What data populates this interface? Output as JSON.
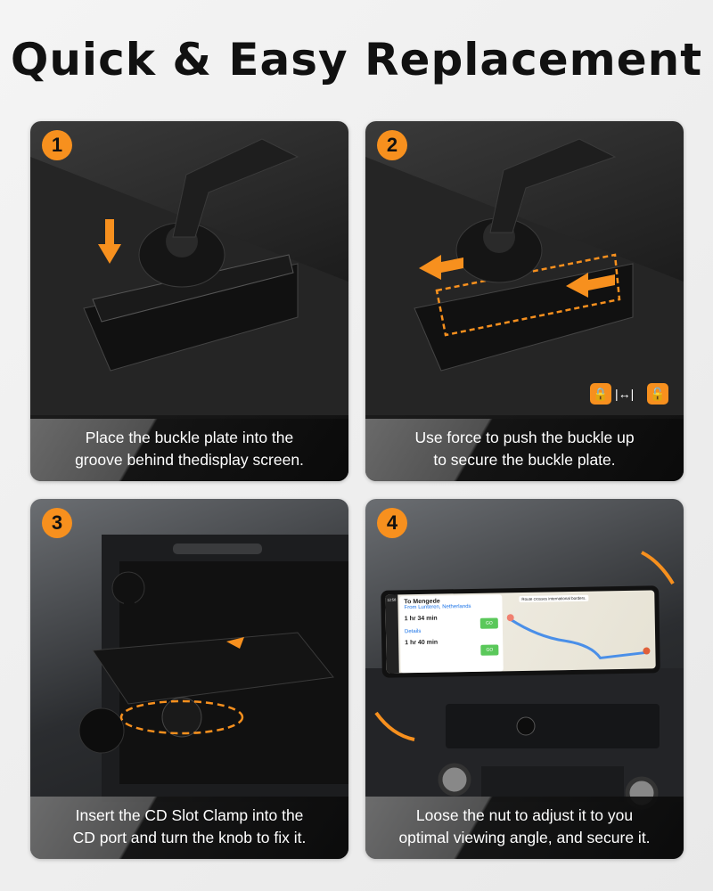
{
  "title": "Quick & Easy Replacement",
  "accent": "#f7901e",
  "steps": [
    {
      "number": "1",
      "caption_line1": "Place the buckle plate into the",
      "caption_line2": "groove behind thedisplay screen."
    },
    {
      "number": "2",
      "caption_line1": "Use force to push the buckle up",
      "caption_line2": "to secure the buckle plate.",
      "lock_icons": [
        "locked-icon",
        "arrows-horizontal-icon",
        "unlocked-icon"
      ]
    },
    {
      "number": "3",
      "caption_line1": "Insert the CD Slot Clamp into the",
      "caption_line2": "CD port and turn the knob to fix it."
    },
    {
      "number": "4",
      "caption_line1": "Loose the nut to adjust it to you",
      "caption_line2": "optimal viewing angle, and secure it."
    }
  ],
  "screen": {
    "time": "12:58",
    "destination": "To Mengede",
    "from": "From Lunteren, Netherlands",
    "route1": "1 hr 34 min",
    "route2": "1 hr 40 min",
    "go": "GO",
    "details": "Details",
    "notice": "Route crosses international borders."
  }
}
